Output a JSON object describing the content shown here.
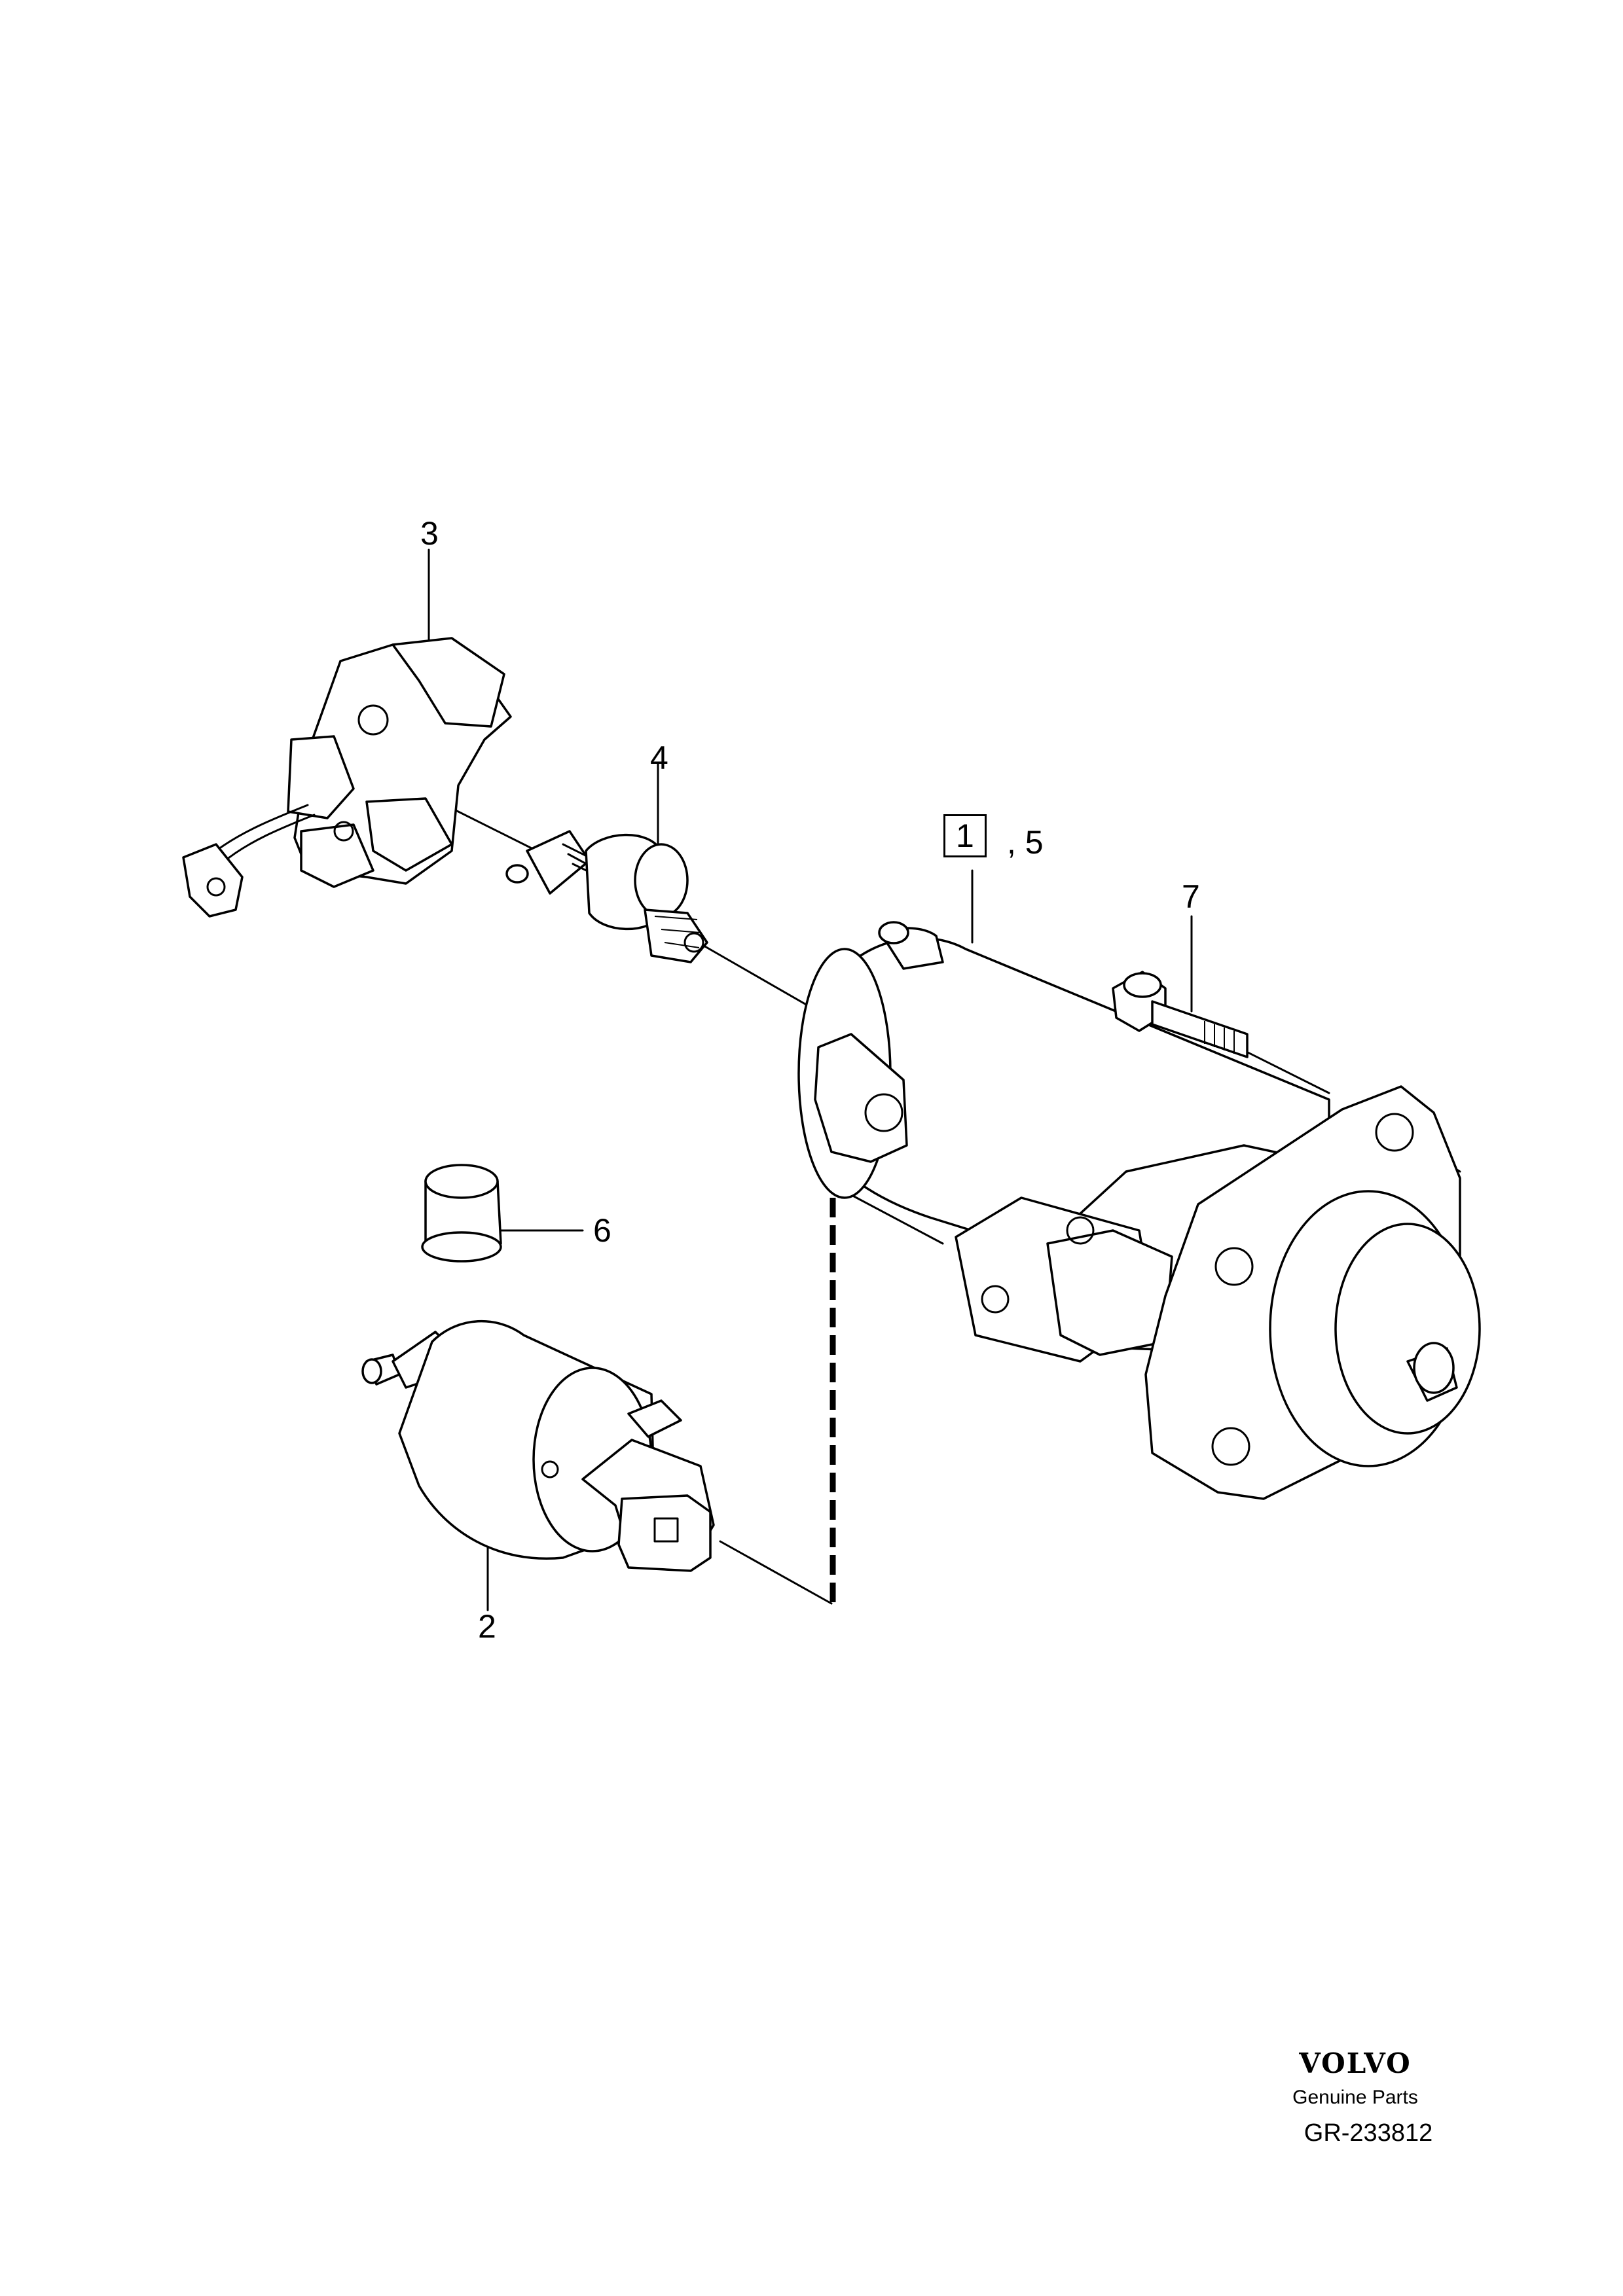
{
  "callouts": {
    "c1": "1",
    "c1_suffix": ", 5",
    "c2": "2",
    "c3": "3",
    "c4": "4",
    "c6": "6",
    "c7": "7"
  },
  "branding": {
    "brand": "VOLVO",
    "tagline": "Genuine  Parts",
    "doc_number": "GR-233812"
  },
  "icons": {
    "starter_motor": "starter-motor-icon",
    "solenoid": "solenoid-icon",
    "brush_holder": "brush-holder-icon",
    "drive_pinion": "drive-pinion-icon",
    "cap": "protective-cap-icon",
    "bolt": "bolt-icon"
  }
}
